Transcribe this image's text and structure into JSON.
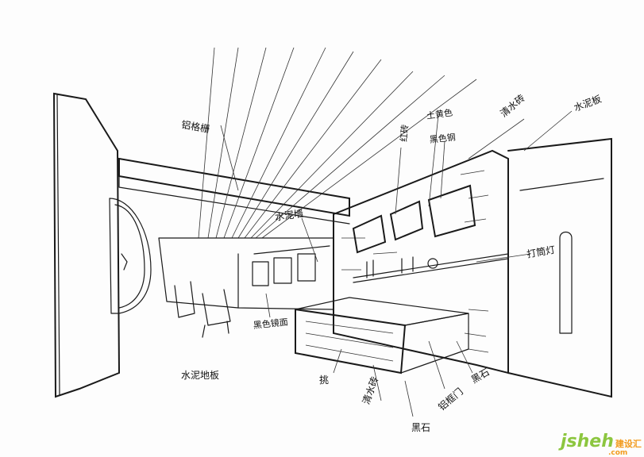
{
  "annotations": [
    {
      "id": "ceiling",
      "text": "铝格栅"
    },
    {
      "id": "cement-wall",
      "text": "水泥墙"
    },
    {
      "id": "red-brick-top",
      "text": "红砖"
    },
    {
      "id": "black-steel",
      "text": "黑色钢"
    },
    {
      "id": "color",
      "text": "土黄色"
    },
    {
      "id": "clear-brick",
      "text": "清水砖"
    },
    {
      "id": "cement-board",
      "text": "水泥板"
    },
    {
      "id": "spotlight",
      "text": "打筒灯"
    },
    {
      "id": "black-mirror",
      "text": "黑色镜面"
    },
    {
      "id": "cement-floor",
      "text": "水泥地板"
    },
    {
      "id": "bar-counter",
      "text": "挑"
    },
    {
      "id": "clear-brick-bottom",
      "text": "清水砖"
    },
    {
      "id": "black-stone-1",
      "text": "黑石"
    },
    {
      "id": "black-stone-2",
      "text": "黑石"
    },
    {
      "id": "aluminum-door",
      "text": "铝框门"
    }
  ],
  "watermark": {
    "main": "jsheh",
    "sub": "建设汇",
    "suffix": ".com"
  }
}
